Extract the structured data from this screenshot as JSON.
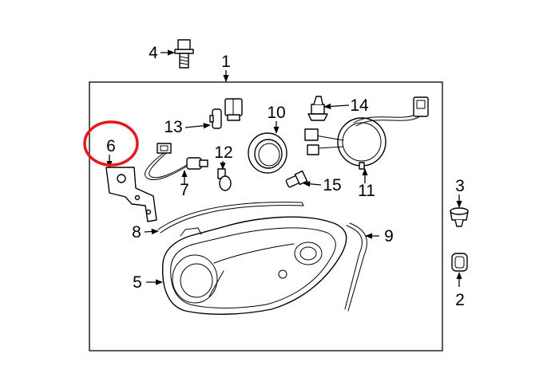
{
  "diagram": {
    "callouts": [
      {
        "id": "1",
        "label": "1"
      },
      {
        "id": "2",
        "label": "2"
      },
      {
        "id": "3",
        "label": "3"
      },
      {
        "id": "4",
        "label": "4"
      },
      {
        "id": "5",
        "label": "5"
      },
      {
        "id": "6",
        "label": "6",
        "highlighted": true
      },
      {
        "id": "7",
        "label": "7"
      },
      {
        "id": "8",
        "label": "8"
      },
      {
        "id": "9",
        "label": "9"
      },
      {
        "id": "10",
        "label": "10"
      },
      {
        "id": "11",
        "label": "11"
      },
      {
        "id": "12",
        "label": "12"
      },
      {
        "id": "13",
        "label": "13"
      },
      {
        "id": "14",
        "label": "14"
      },
      {
        "id": "15",
        "label": "15"
      }
    ],
    "highlight_color": "#e8171b",
    "line_color": "#000000",
    "background": "#ffffff"
  }
}
